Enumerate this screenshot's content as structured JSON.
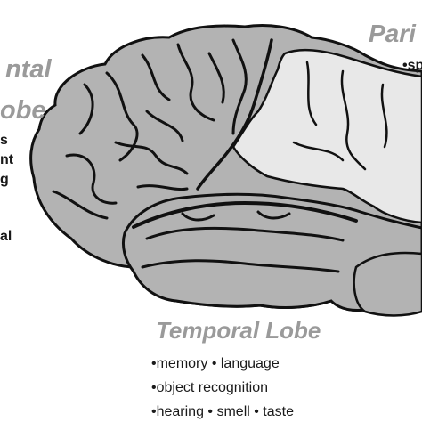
{
  "labels": {
    "frontal": {
      "title_line1": "ntal",
      "title_line2": "obe",
      "fragments": [
        "s",
        "nt",
        "g",
        "al"
      ]
    },
    "parietal": {
      "title": "Pari",
      "fragment": "•sp"
    },
    "temporal": {
      "title": "Temporal Lobe",
      "line1": "•memory   • language",
      "line2": "•object recognition",
      "line3": "•hearing  • smell  • taste"
    }
  },
  "colors": {
    "cortex": "#b3b3b3",
    "parietal_highlight": "#e8e8e8",
    "outline": "#111111",
    "title_text": "#9a9a9a"
  }
}
